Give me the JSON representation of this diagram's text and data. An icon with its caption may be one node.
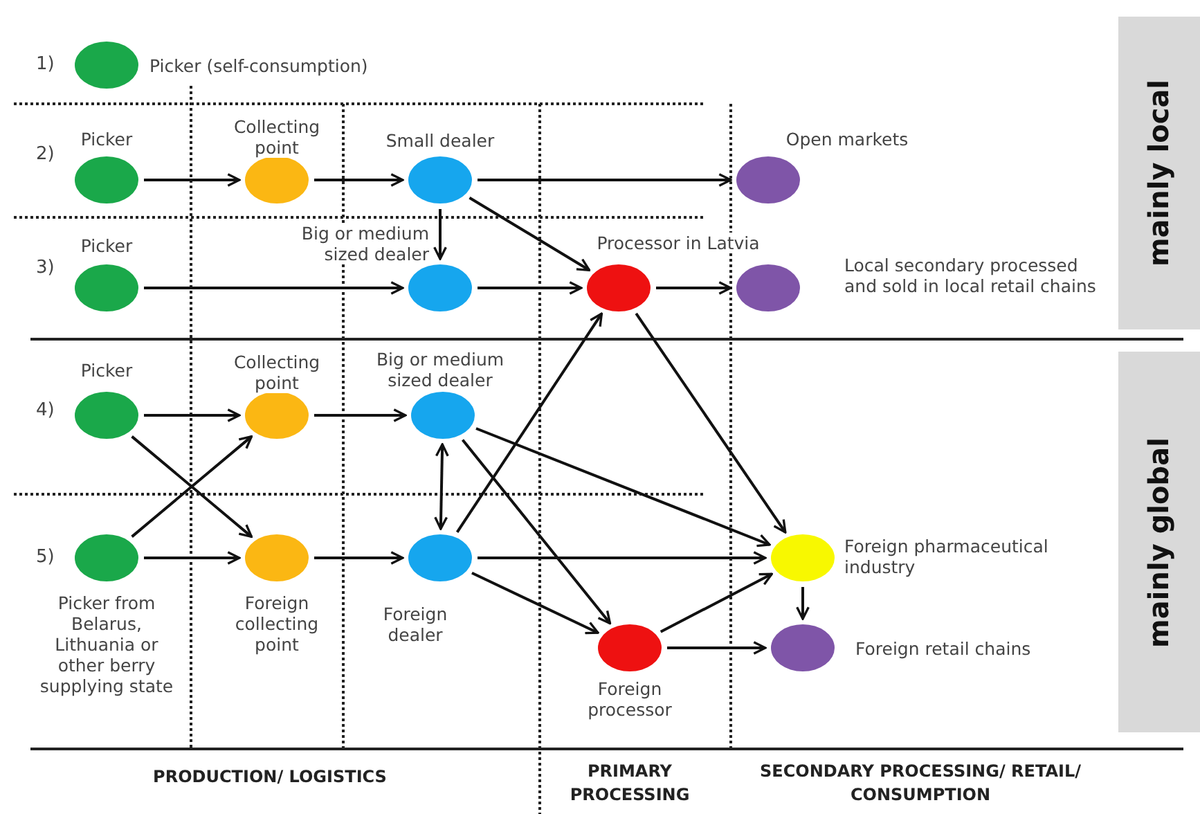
{
  "diagram": {
    "nodes": [
      {
        "text": [
          "Picker (self-consumption)"
        ]
      },
      {
        "text": [
          "Picker"
        ]
      },
      {
        "text": [
          "Collecting point"
        ]
      },
      {
        "text": [
          "Small dealer"
        ]
      },
      {
        "text": [
          "Open markets"
        ]
      },
      {
        "text": [
          "Picker"
        ]
      },
      {
        "text": [
          "Big or medium sized dealer"
        ]
      },
      {
        "text": [
          "Processor in Latvia"
        ]
      },
      {
        "text": [
          "Local secondary processed and sold in local retail chains"
        ]
      },
      {
        "text": [
          "Picker"
        ]
      },
      {
        "text": [
          "Collecting point"
        ]
      },
      {
        "text": [
          "Big or medium sized dealer"
        ]
      },
      {
        "text": [
          "Picker from Belarus, Lithuania or other berry supplying state"
        ]
      },
      {
        "text": [
          "Foreign collecting point"
        ]
      },
      {
        "text": [
          "Foreign dealer"
        ]
      },
      {
        "text": [
          "Foreign pharmaceutical industry"
        ]
      },
      {
        "text": [
          "Foreign processor"
        ]
      },
      {
        "text": [
          "Foreign retail chains"
        ]
      }
    ],
    "edges": [
      {
        "from": 1,
        "to": 2,
        "arrow": "to"
      },
      {
        "from": 2,
        "to": 3,
        "arrow": "to"
      },
      {
        "from": 3,
        "to": 4,
        "arrow": "to"
      },
      {
        "from": 3,
        "to": 6,
        "arrow": "to"
      },
      {
        "from": 3,
        "to": 7,
        "arrow": "to"
      },
      {
        "from": 5,
        "to": 6,
        "arrow": "to"
      },
      {
        "from": 6,
        "to": 7,
        "arrow": "to"
      },
      {
        "from": 7,
        "to": 8,
        "arrow": "to"
      },
      {
        "from": 7,
        "to": 15,
        "arrow": "to"
      },
      {
        "from": 9,
        "to": 10,
        "arrow": "to"
      },
      {
        "from": 9,
        "to": 13,
        "arrow": "to"
      },
      {
        "from": 12,
        "to": 10,
        "arrow": "to"
      },
      {
        "from": 12,
        "to": 13,
        "arrow": "to"
      },
      {
        "from": 10,
        "to": 11,
        "arrow": "to"
      },
      {
        "from": 11,
        "to": 14,
        "arrow": "both"
      },
      {
        "from": 11,
        "to": 15,
        "arrow": "to"
      },
      {
        "from": 11,
        "to": 16,
        "arrow": "to"
      },
      {
        "from": 13,
        "to": 14,
        "arrow": "to"
      },
      {
        "from": 14,
        "to": 7,
        "arrow": "to"
      },
      {
        "from": 14,
        "to": 15,
        "arrow": "to"
      },
      {
        "from": 14,
        "to": 16,
        "arrow": "to"
      },
      {
        "from": 16,
        "to": 15,
        "arrow": "to"
      },
      {
        "from": 16,
        "to": 17,
        "arrow": "to"
      },
      {
        "from": 15,
        "to": 17,
        "arrow": "to"
      }
    ],
    "labels": [
      "1)",
      "2)",
      "3)",
      "4)",
      "5)",
      "mainly local",
      "mainly global",
      "PRODUCTION/ LOGISTICS",
      "PRIMARY PROCESSING",
      "SECONDARY PROCESSING/ RETAIL/ CONSUMPTION"
    ]
  }
}
